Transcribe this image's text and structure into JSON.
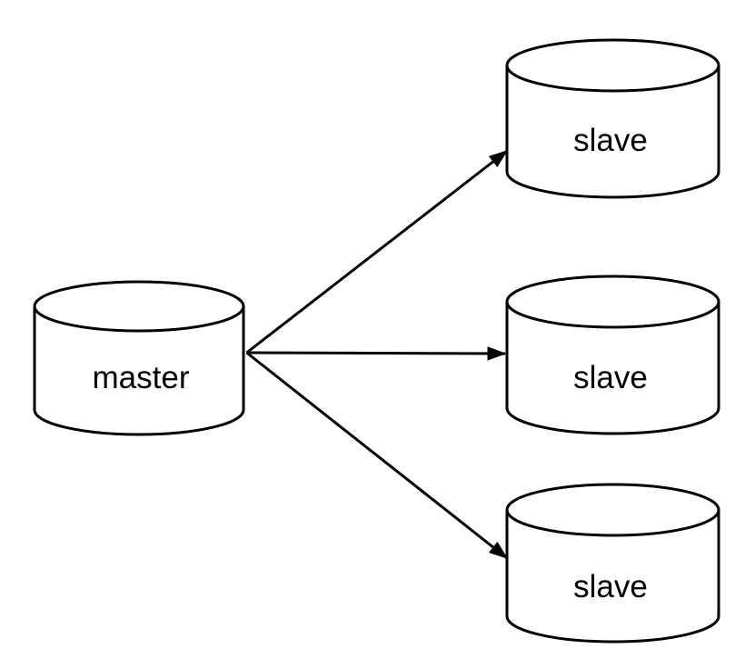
{
  "diagram": {
    "type": "master-slave-replication",
    "background_color": "#ffffff",
    "stroke_color": "#000000",
    "node_fill_color": "#ffffff",
    "label_color": "#000000",
    "nodes": [
      {
        "id": "master",
        "shape": "database-cylinder",
        "label": "master"
      },
      {
        "id": "slave-top",
        "shape": "database-cylinder",
        "label": "slave"
      },
      {
        "id": "slave-middle",
        "shape": "database-cylinder",
        "label": "slave"
      },
      {
        "id": "slave-bottom",
        "shape": "database-cylinder",
        "label": "slave"
      }
    ],
    "edges": [
      {
        "from": "master",
        "to": "slave-top",
        "type": "arrow"
      },
      {
        "from": "master",
        "to": "slave-middle",
        "type": "arrow"
      },
      {
        "from": "master",
        "to": "slave-bottom",
        "type": "arrow"
      }
    ]
  }
}
